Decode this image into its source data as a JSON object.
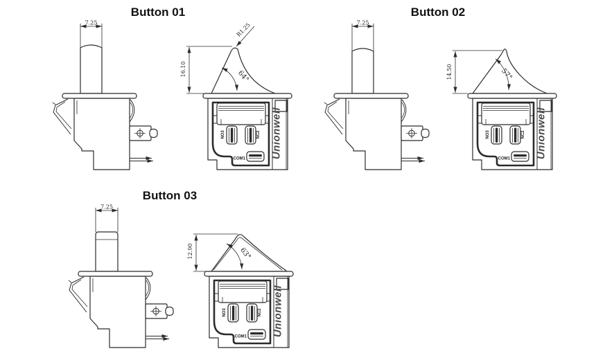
{
  "colors": {
    "background": "#ffffff",
    "ink": "#2b2b2b",
    "brand_ink": "#4a4a4a"
  },
  "buttons": [
    {
      "title": "Button 01",
      "dims": {
        "plunger_width": "7.25",
        "lever_height": "16.10",
        "lever_angle": "64°",
        "tip_radius": "R1.25"
      },
      "terminals": {
        "no": "NO3",
        "nc": "NC2",
        "com": "COM1"
      },
      "brand": "Unionwell"
    },
    {
      "title": "Button 02",
      "dims": {
        "plunger_width": "7.25",
        "lever_height": "14.50",
        "lever_angle": "57°"
      },
      "terminals": {
        "no": "NO3",
        "nc": "NC2",
        "com": "COM1"
      },
      "brand": "Unionwell"
    },
    {
      "title": "Button 03",
      "dims": {
        "plunger_width": "7.25",
        "lever_height": "12.90",
        "lever_angle": "63°"
      },
      "terminals": {
        "no": "NO3",
        "nc": "NC2",
        "com": "COM1"
      },
      "brand": "Unionwell"
    }
  ]
}
